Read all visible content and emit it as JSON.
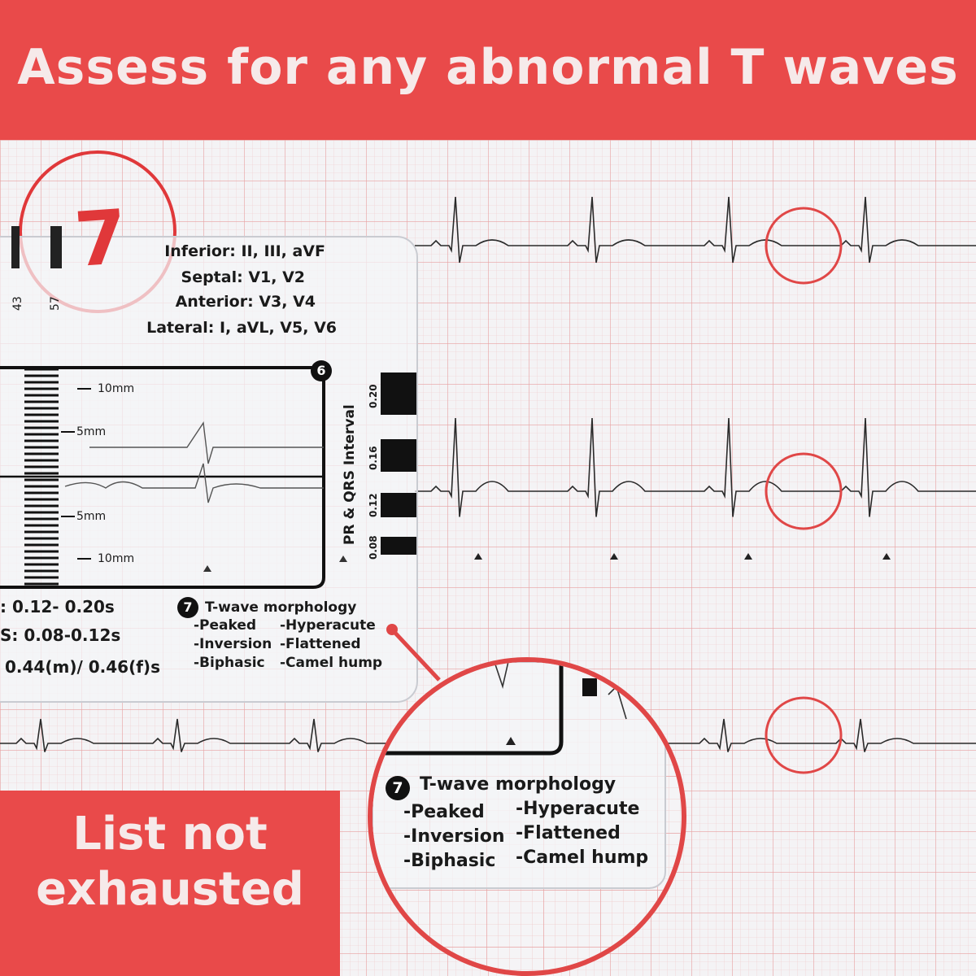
{
  "header": {
    "title": "Assess for any abnormal T waves"
  },
  "card": {
    "step_badge": "7",
    "lead_groups": [
      "Inferior: II, III, aVF",
      "Septal: V1, V2",
      "Anterior: V3, V4",
      "Lateral: I, aVL, V5, V6"
    ],
    "edge_numbers": [
      "43",
      "57"
    ],
    "box_badge": "6",
    "scale_labels": [
      "10mm",
      "5mm",
      "5mm",
      "10mm"
    ],
    "interval_axis_label": "PR & QRS Interval",
    "interval_ticks": [
      "0.20",
      "0.16",
      "0.12",
      "0.08"
    ],
    "normals": [
      ": 0.12- 0.20s",
      "S: 0.08-0.12s",
      "0.44(m)/ 0.46(f)s"
    ],
    "morphology": {
      "badge": "7",
      "title": "T-wave morphology",
      "items_left": [
        "-Peaked",
        "-Inversion",
        "-Biphasic"
      ],
      "items_right": [
        "-Hyperacute",
        "-Flattened",
        "-Camel hump"
      ]
    }
  },
  "magnifier": {
    "badge": "7",
    "title": "T-wave morphology",
    "items_left": [
      "-Peaked",
      "-Inversion",
      "-Biphasic"
    ],
    "items_right": [
      "-Hyperacute",
      "-Flattened",
      "-Camel hump"
    ]
  },
  "footer": {
    "line1": "List not",
    "line2": "exhausted"
  },
  "colors": {
    "accent_red": "#e94a4a",
    "grid_red": "#e7a0a0",
    "trace": "#2a2a2a"
  }
}
